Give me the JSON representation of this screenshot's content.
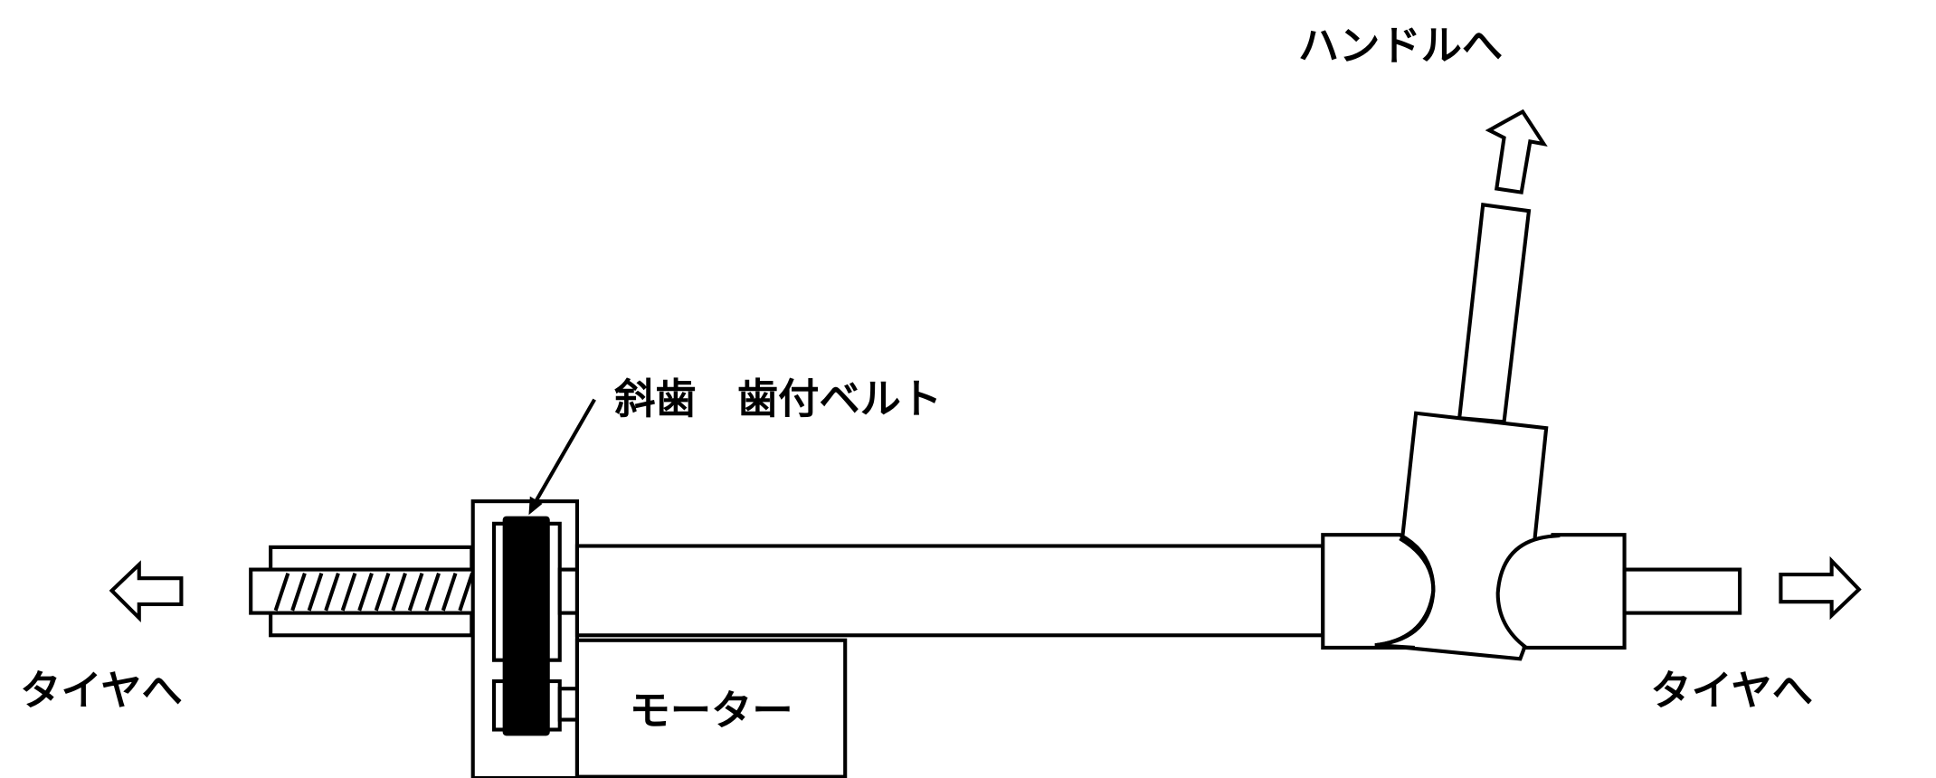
{
  "labels": {
    "to_handle": "ハンドルへ",
    "to_tire_left": "タイヤへ",
    "to_tire_right": "タイヤへ",
    "gear_belt": "斜歯　歯付ベルト",
    "motor": "モーター"
  },
  "colors": {
    "line": "#000000",
    "background": "#ffffff",
    "belt": "#000000"
  }
}
